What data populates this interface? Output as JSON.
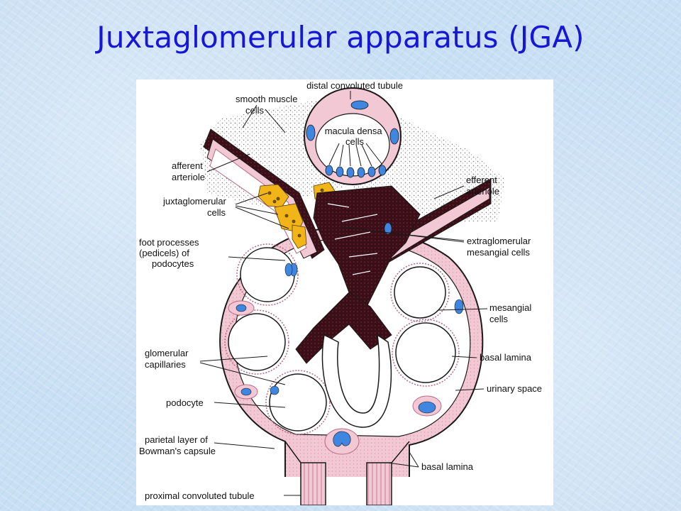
{
  "title": "Juxtaglomerular apparatus (JGA)",
  "figure": {
    "labels": {
      "distal_convoluted_tubule": "distal convoluted tubule",
      "smooth_muscle_cells": [
        "smooth muscle",
        "cells"
      ],
      "macula_densa_cells": [
        "macula densa",
        "cells"
      ],
      "afferent_arteriole": [
        "afferent",
        "arteriole"
      ],
      "efferent_arteriole": [
        "efferent",
        "arteriole"
      ],
      "juxtaglomerular_cells": [
        "juxtaglomerular",
        "cells"
      ],
      "foot_processes": [
        "foot processes",
        "(pedicels) of",
        "podocytes"
      ],
      "extraglomerular_mesangial_cells": [
        "extraglomerular",
        "mesangial cells"
      ],
      "mesangial_cells": [
        "mesangial",
        "cells"
      ],
      "glomerular_capillaries": [
        "glomerular",
        "capillaries"
      ],
      "basal_lamina_right": "basal lamina",
      "urinary_space": "urinary space",
      "podocyte": "podocyte",
      "parietal_layer": [
        "parietal layer of",
        "Bowman's capsule"
      ],
      "basal_lamina_bottom": "basal lamina",
      "proximal_convoluted_tubule": "proximal convoluted tubule"
    },
    "colors": {
      "tissue_pink": "#f2c8d4",
      "tissue_pink_dark": "#d98aa4",
      "nucleus_blue": "#3f86e0",
      "mesangial_dark": "#3a0f18",
      "jg_granule_yellow": "#f2b519",
      "outline": "#1a1a1a"
    }
  }
}
